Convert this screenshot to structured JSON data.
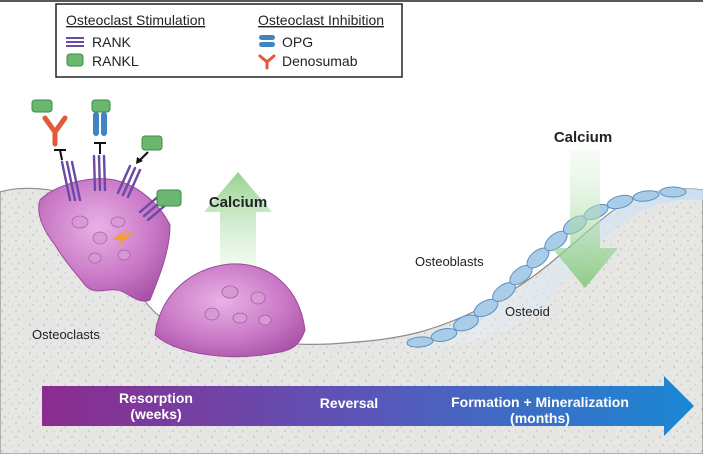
{
  "legend": {
    "stimulation_heading": "Osteoclast Stimulation",
    "inhibition_heading": "Osteoclast Inhibition",
    "stimulation_items": [
      {
        "label": "RANK",
        "icon": "rank-receptor-icon"
      },
      {
        "label": "RANKL",
        "icon": "rankl-ligand-icon"
      }
    ],
    "inhibition_items": [
      {
        "label": "OPG",
        "icon": "opg-icon"
      },
      {
        "label": "Denosumab",
        "icon": "denosumab-antibody-icon"
      }
    ]
  },
  "labels": {
    "calcium_release": "Calcium",
    "calcium_deposit": "Calcium",
    "osteoclasts": "Osteoclasts",
    "osteoblasts": "Osteoblasts",
    "osteoid": "Osteoid"
  },
  "timeline": {
    "resorption": "Resorption",
    "resorption_duration": "(weeks)",
    "reversal": "Reversal",
    "formation": "Formation + Mineralization",
    "formation_duration": "(months)"
  },
  "colors": {
    "bone": "#e3e3e1",
    "osteoclast": "#c470c2",
    "osteoblast": "#a9cde9",
    "calcium_arrow": "#a7d9a2",
    "timeline_start": "#8b2c8e",
    "timeline_end": "#1a88d4",
    "rank": "#7a5bb0",
    "rankl": "#55a360",
    "opg": "#3d85c6",
    "denosumab": "#e35a3a"
  }
}
